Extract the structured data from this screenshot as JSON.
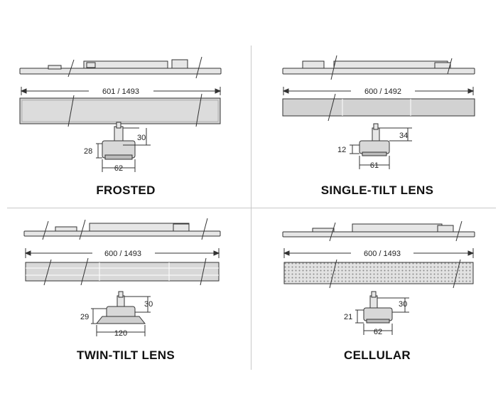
{
  "panels": [
    {
      "id": "frosted",
      "title": "FROSTED",
      "length_label": "601 / 1493",
      "height_label": "30",
      "side_label": "28",
      "width_label": "62",
      "lens": "frosted"
    },
    {
      "id": "single-tilt",
      "title": "SINGLE-TILT LENS",
      "length_label": "600 / 1492",
      "height_label": "34",
      "side_label": "12",
      "width_label": "61",
      "lens": "single-tilt"
    },
    {
      "id": "twin-tilt",
      "title": "TWIN-TILT LENS",
      "length_label": "600 / 1493",
      "height_label": "30",
      "side_label": "29",
      "width_label": "120",
      "lens": "twin-tilt"
    },
    {
      "id": "cellular",
      "title": "CELLULAR",
      "length_label": "600 / 1493",
      "height_label": "30",
      "side_label": "21",
      "width_label": "62",
      "lens": "cellular"
    }
  ],
  "colors": {
    "outline": "#333333",
    "body_fill": "#e6e6e6",
    "lens_fill": "#d2d2d2",
    "divider": "#c8c8c8"
  }
}
